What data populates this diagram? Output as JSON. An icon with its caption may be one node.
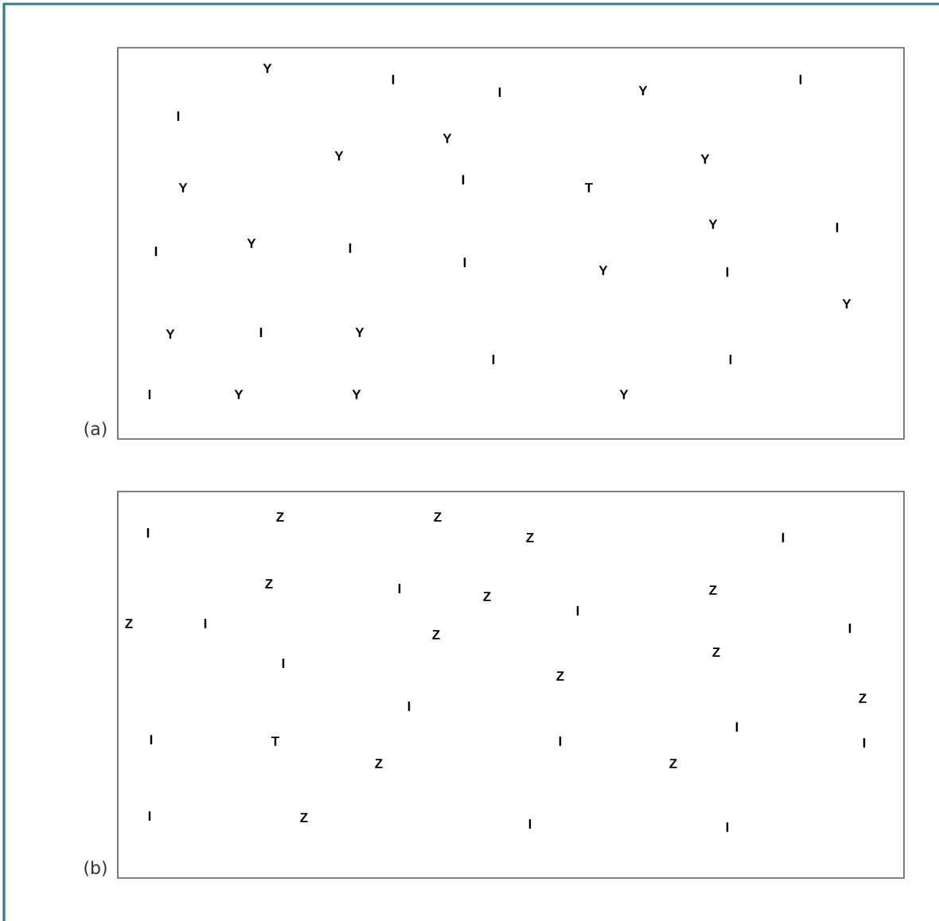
{
  "diagram": {
    "nodes": [
      {
        "text": [
          "Y",
          "I",
          "I",
          "Y",
          "I",
          "I",
          "Y",
          "Y",
          "Y",
          "Y",
          "I",
          "T",
          "Y",
          "I",
          "I",
          "Y",
          "I",
          "I",
          "Y",
          "I",
          "Y",
          "Y",
          "I",
          "Y",
          "I",
          "I",
          "I",
          "Y",
          "Y",
          "Y"
        ],
        "beside": [
          "(a)"
        ]
      },
      {
        "text": [
          "I",
          "Z",
          "Z",
          "Z",
          "I",
          "Z",
          "I",
          "Z",
          "I",
          "Z",
          "Z",
          "I",
          "Z",
          "I",
          "I",
          "Z",
          "Z",
          "I",
          "Z",
          "I",
          "T",
          "I",
          "I",
          "I",
          "Z",
          "Z",
          "I",
          "Z",
          "I",
          "I"
        ],
        "beside": [
          "(b)"
        ]
      }
    ]
  }
}
